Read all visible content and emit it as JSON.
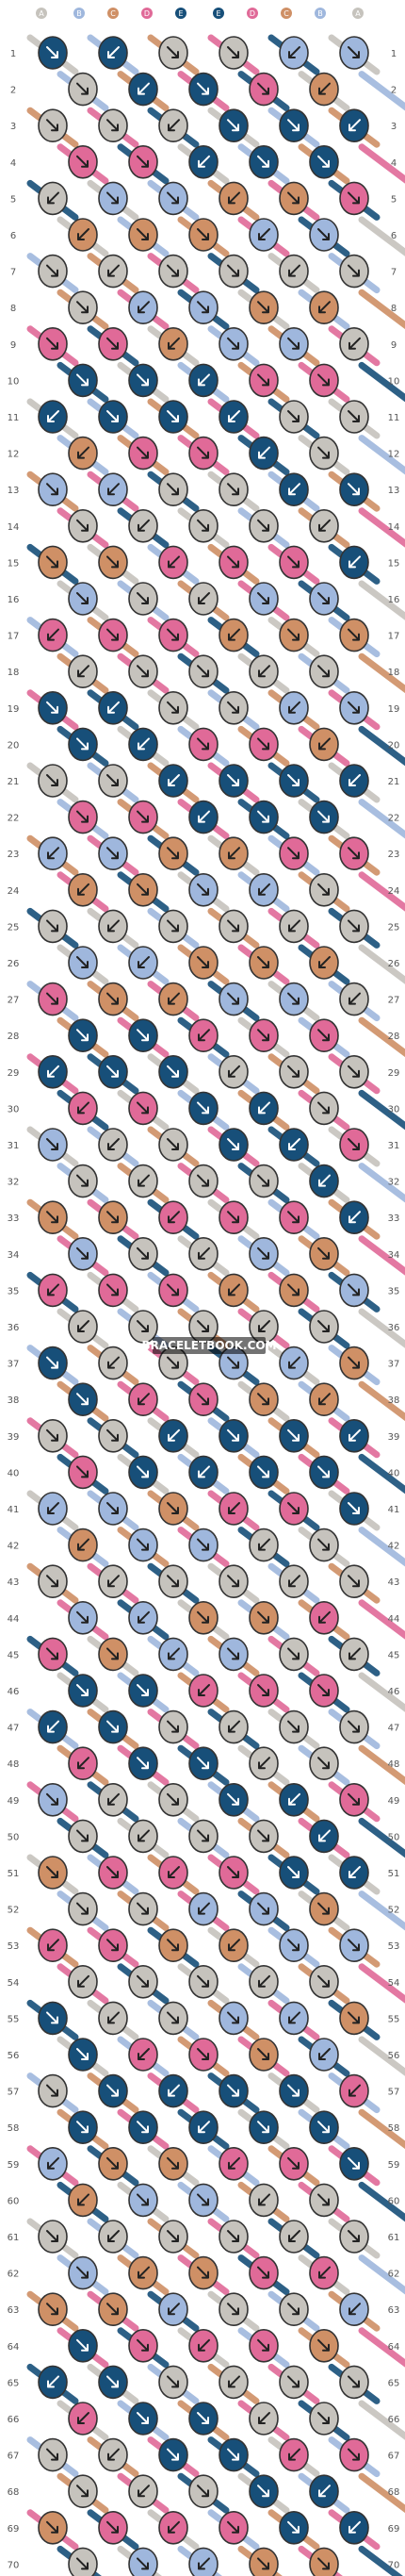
{
  "pattern": {
    "watermark": "BRACELETBOOK.COM",
    "row_numbers": [
      "1",
      "2",
      "3",
      "4",
      "5",
      "6",
      "7",
      "8",
      "9",
      "10",
      "11",
      "12",
      "13",
      "14",
      "15",
      "16",
      "17",
      "18",
      "19",
      "20",
      "21",
      "22",
      "23",
      "24",
      "25",
      "26",
      "27",
      "28",
      "29",
      "30",
      "31",
      "32",
      "33",
      "34",
      "35",
      "36",
      "37",
      "38",
      "39",
      "40",
      "41",
      "42",
      "43",
      "44",
      "45",
      "46",
      "47",
      "48",
      "49",
      "50",
      "51",
      "52",
      "53",
      "54",
      "55",
      "56",
      "57",
      "58",
      "59",
      "60",
      "61",
      "62",
      "63",
      "64",
      "65",
      "66",
      "67",
      "68",
      "69",
      "70"
    ],
    "string_labels": [
      "A",
      "B",
      "C",
      "D",
      "E",
      "E",
      "D",
      "C",
      "B",
      "A"
    ],
    "colors": {
      "A": "#c6c3bd",
      "B": "#9fb7dd",
      "C": "#cf9066",
      "D": "#e06a98",
      "E": "#174f79"
    },
    "knot_colors": [
      "A",
      "B",
      "C",
      "D",
      "E"
    ]
  }
}
